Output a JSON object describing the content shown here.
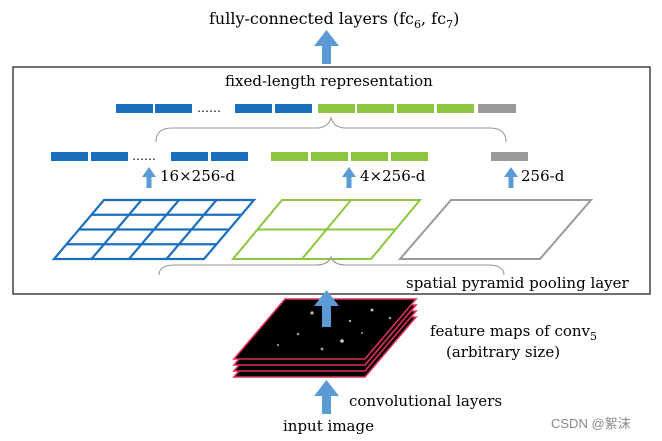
{
  "labels": {
    "fc_main": "fully-connected layers (fc",
    "fc_sub1": "6",
    "fc_mid": ", fc",
    "fc_sub2": "7",
    "fc_end": ")",
    "fixed_length": "fixed-length representation",
    "d16": "16×256-d",
    "d4": "4×256-d",
    "d1": "256-d",
    "spp_layer": "spatial pyramid pooling layer",
    "fmap_line1_main": "feature maps of conv",
    "fmap_line1_sub": "5",
    "fmap_line2": "(arbitrary size)",
    "conv_layers": "convolutional layers",
    "input_image": "input image",
    "dots_top": "……",
    "dots_bottom": "……",
    "watermark": "CSDN @絮沫"
  },
  "colors": {
    "blue": "#1a6fbf",
    "green": "#8cc63f",
    "gray": "#9a9a9a",
    "arrow": "#5b9bd5",
    "feature_edge": "#e0315a",
    "feature_fill": "#000000",
    "frame": "#222222"
  },
  "icons": {
    "arrow": "up-arrow-icon",
    "grid16": "grid-4x4-icon",
    "grid4": "grid-2x2-icon",
    "grid1": "grid-1x1-icon",
    "featuremap": "feature-map-stack-icon"
  }
}
